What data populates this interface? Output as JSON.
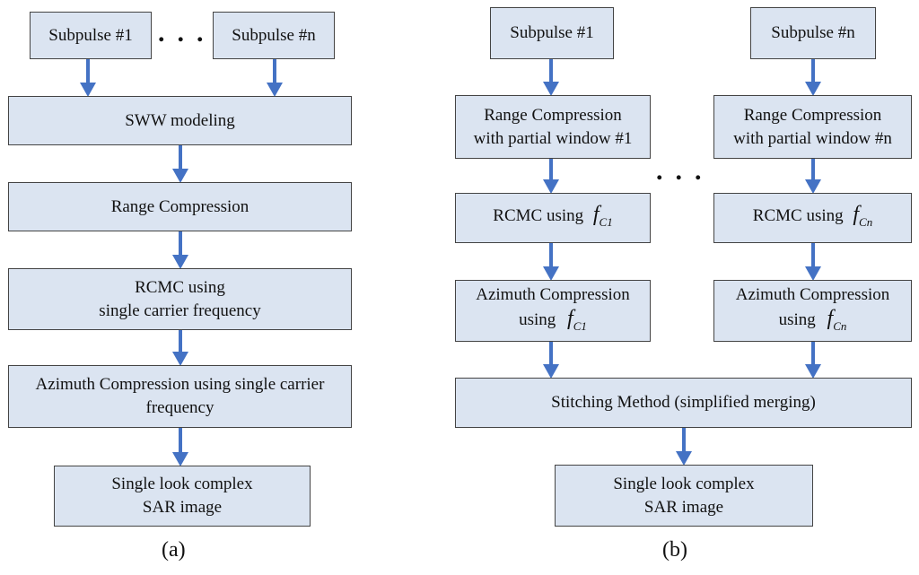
{
  "panel_a": {
    "subpulse_first": "Subpulse #1",
    "subpulse_last": "Subpulse #n",
    "ellipsis": "...",
    "sww": "SWW modeling",
    "range": "Range Compression",
    "rcmc_line1": "RCMC using",
    "rcmc_line2": "single carrier frequency",
    "azimuth_line1": "Azimuth Compression using single carrier",
    "azimuth_line2": "frequency",
    "slc_line1": "Single look complex",
    "slc_line2": "SAR image",
    "caption": "(a)"
  },
  "panel_b": {
    "subpulse_first": "Subpulse #1",
    "subpulse_last": "Subpulse #n",
    "range1_line1": "Range Compression",
    "range1_line2": "with partial window #1",
    "rangen_line1": "Range Compression",
    "rangen_line2": "with partial window #n",
    "ellipsis": "...",
    "rcmc_prefix": "RCMC using",
    "azimuth_line1": "Azimuth Compression",
    "azimuth_prefix": "using",
    "f_symbol": "f",
    "sub_1": "C1",
    "sub_n": "Cn",
    "stitch": "Stitching Method (simplified merging)",
    "slc_line1": "Single look complex",
    "slc_line2": "SAR image",
    "caption": "(b)"
  },
  "colors": {
    "box_fill": "#dbe4f1",
    "arrow": "#4472c4"
  }
}
